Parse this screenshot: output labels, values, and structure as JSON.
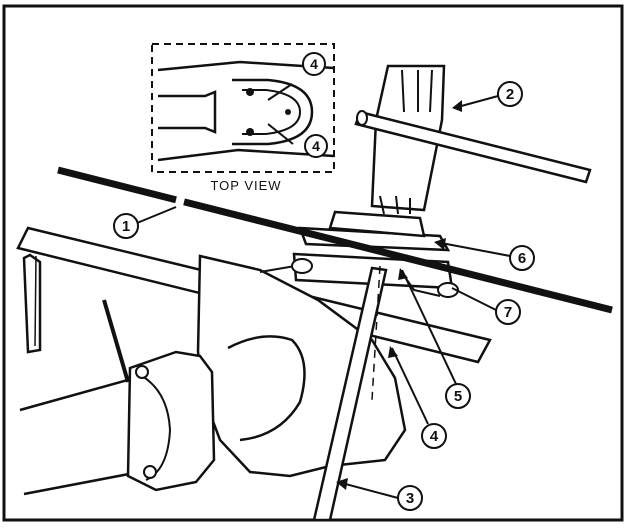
{
  "inset": {
    "caption": "TOP VIEW",
    "callouts": [
      "4",
      "4"
    ]
  },
  "callouts": [
    "1",
    "2",
    "3",
    "4",
    "5",
    "6",
    "7"
  ]
}
